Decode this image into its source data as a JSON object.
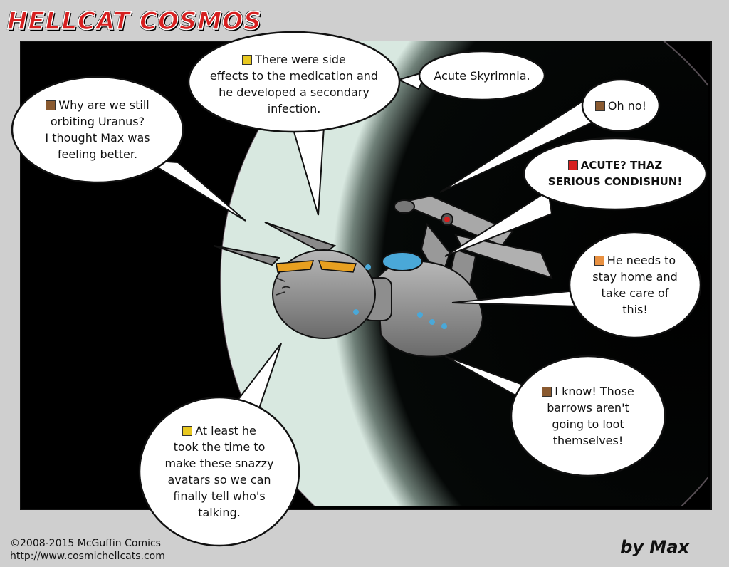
{
  "comic_title": "HELLCAT COSMOS",
  "byline": "by Max",
  "footer": {
    "copyright": "©2008-2015 McGuffin Comics",
    "url": "http://www.cosmichellcats.com"
  },
  "colors": {
    "title_red": "#d62020",
    "panel_bg": "#000000",
    "ship_grey": "#8c8c8c",
    "ship_dome": "#4aa8d8",
    "ship_eyes": "#e8a020"
  },
  "bubbles": [
    {
      "id": "why-orbiting",
      "avatar": "brown-cat-avatar",
      "lines": [
        "Why are we still",
        "orbiting Uranus?",
        "I thought Max was",
        "feeling better."
      ]
    },
    {
      "id": "side-effects",
      "avatar": "yellow-cat-avatar",
      "lines": [
        "There were side",
        "effects to the medication and",
        "he developed a secondary",
        "infection."
      ]
    },
    {
      "id": "acute-skyrimnia",
      "avatar": "",
      "lines": [
        "Acute Skyrimnia."
      ]
    },
    {
      "id": "oh-no",
      "avatar": "brown-cat-avatar",
      "lines": [
        "Oh no!"
      ]
    },
    {
      "id": "acute-serious",
      "avatar": "red-cat-avatar",
      "lines": [
        "ACUTE? THAZ",
        "SERIOUS CONDISHUN!"
      ]
    },
    {
      "id": "stay-home",
      "avatar": "orange-cat-avatar",
      "lines": [
        "He needs to",
        "stay home and",
        "take care of",
        "this!"
      ]
    },
    {
      "id": "barrows",
      "avatar": "brown-cat-avatar",
      "lines": [
        "I know! Those",
        "barrows aren't",
        "going to loot",
        "themselves!"
      ]
    },
    {
      "id": "snazzy-avatars",
      "avatar": "yellow-cat-avatar",
      "lines": [
        "At least he",
        "took the time to",
        "make these snazzy",
        "avatars so we can",
        "finally tell who's",
        "talking."
      ]
    }
  ]
}
